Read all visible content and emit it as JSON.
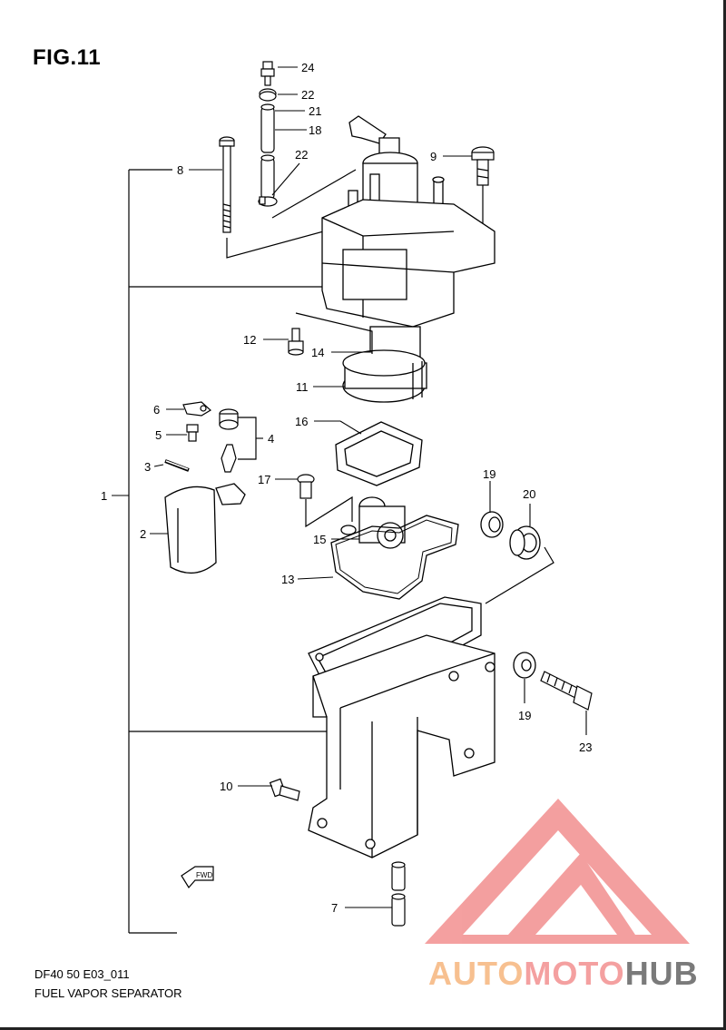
{
  "figure": {
    "title": "FIG.11",
    "code": "DF40 50 E03_011",
    "name": "FUEL VAPOR SEPARATOR"
  },
  "callouts": {
    "c1": "1",
    "c2": "2",
    "c3": "3",
    "c4": "4",
    "c5": "5",
    "c6": "6",
    "c7": "7",
    "c8": "8",
    "c9": "9",
    "c10": "10",
    "c11": "11",
    "c12": "12",
    "c13": "13",
    "c14": "14",
    "c15": "15",
    "c16": "16",
    "c17": "17",
    "c18": "18",
    "c19a": "19",
    "c19b": "19",
    "c20": "20",
    "c21": "21",
    "c22a": "22",
    "c22b": "22",
    "c23": "23",
    "c24": "24"
  },
  "fwd_arrow": "FWD",
  "watermark": {
    "part1": "AUTO",
    "part2": "MOTO",
    "part3": "HUB"
  },
  "colors": {
    "watermark_red": "#f08080",
    "watermark_orange": "#f7c090",
    "watermark_gray": "#7a7a7a"
  }
}
